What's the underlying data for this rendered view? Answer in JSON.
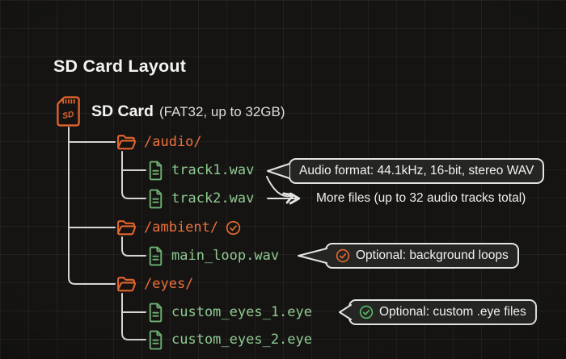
{
  "title": "SD Card Layout",
  "root": {
    "name": "SD Card",
    "detail": "(FAT32, up to 32GB)"
  },
  "tree": {
    "folders": [
      {
        "label": "/audio/",
        "files": [
          {
            "name": "track1.wav"
          },
          {
            "name": "track2.wav"
          }
        ]
      },
      {
        "label": "/ambient/",
        "checked": true,
        "files": [
          {
            "name": "main_loop.wav"
          }
        ]
      },
      {
        "label": "/eyes/",
        "files": [
          {
            "name": "custom_eyes_1.eye"
          },
          {
            "name": "custom_eyes_2.eye"
          }
        ]
      }
    ]
  },
  "annotations": {
    "audio_format": "Audio format: 44.1kHz, 16-bit, stereo WAV",
    "more_files": "More files (up to 32 audio tracks total)",
    "ambient_note": "Optional: background loops",
    "eyes_note": "Optional: custom .eye files"
  },
  "colors": {
    "background": "#151412",
    "accent_orange": "#e2642e",
    "file_green": "#8fca92",
    "tree_line": "#d4d4d2",
    "callout_border": "#e4e4e2",
    "check_green": "#56bb64"
  }
}
